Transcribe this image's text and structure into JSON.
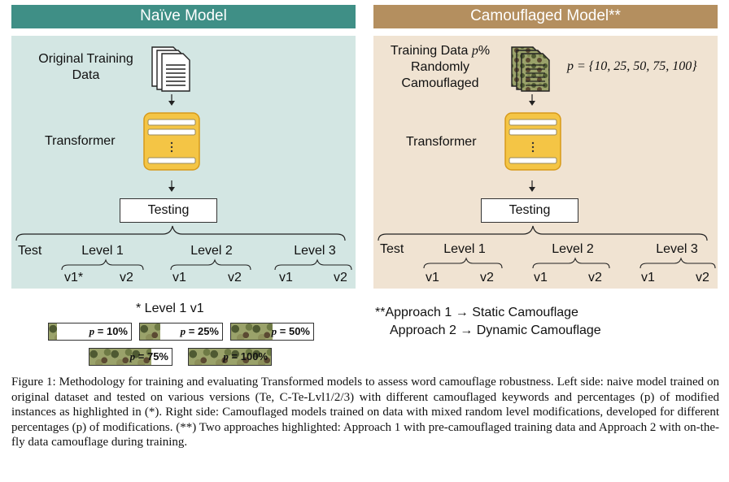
{
  "left": {
    "header": "Naïve Model",
    "input_label": "Original Training Data",
    "transformer_label": "Transformer",
    "testing_label": "Testing",
    "test_label": "Test",
    "levels": [
      {
        "label": "Level 1",
        "versions": [
          "v1*",
          "v2"
        ]
      },
      {
        "label": "Level 2",
        "versions": [
          "v1",
          "v2"
        ]
      },
      {
        "label": "Level 3",
        "versions": [
          "v1",
          "v2"
        ]
      }
    ]
  },
  "right": {
    "header": "Camouflaged Model**",
    "input_label_1": "Training Data",
    "input_label_p": "p",
    "input_label_2": "%",
    "input_label_3": "Randomly",
    "input_label_4": "Camouflaged",
    "p_equation": "p = {10, 25, 50, 75, 100}",
    "transformer_label": "Transformer",
    "testing_label": "Testing",
    "test_label": "Test",
    "levels": [
      {
        "label": "Level 1",
        "versions": [
          "v1",
          "v2"
        ]
      },
      {
        "label": "Level 2",
        "versions": [
          "v1",
          "v2"
        ]
      },
      {
        "label": "Level 3",
        "versions": [
          "v1",
          "v2"
        ]
      }
    ]
  },
  "legend": {
    "title": "* Level 1 v1",
    "bars": [
      {
        "p": "p",
        "label": "= 10%",
        "value": 10
      },
      {
        "p": "p",
        "label": "= 25%",
        "value": 25
      },
      {
        "p": "p",
        "label": "= 50%",
        "value": 50
      },
      {
        "p": "p",
        "label": "= 75%",
        "value": 75
      },
      {
        "p": "p",
        "label": "= 100%",
        "value": 100
      }
    ]
  },
  "approaches": {
    "line1_prefix": "**Approach 1",
    "line1_arrow": "→",
    "line1_text": "Static Camouflage",
    "line2_prefix": "Approach 2",
    "line2_arrow": "→",
    "line2_text": "Dynamic Camouflage"
  },
  "caption": "Figure 1: Methodology for training and evaluating Transformed models to assess word camouflage robustness. Left side: naive model trained on original dataset and tested on various versions (Te, C-Te-Lvl1/2/3) with different camouflaged keywords and percentages (p) of modified instances as highlighted in (*). Right side: Camouflaged models trained on data with mixed random level modifications, developed for different percentages (p) of modifications. (**) Two approaches highlighted: Approach 1 with pre-camouflaged training data and Approach 2 with on-the-fly data camouflage during training.",
  "colors": {
    "left_header": "#3f8f86",
    "left_panel": "#d3e6e3",
    "right_header": "#b48f5f",
    "right_panel": "#f0e3d2",
    "transformer_fill": "#f4c545",
    "transformer_border": "#d79a1a"
  }
}
